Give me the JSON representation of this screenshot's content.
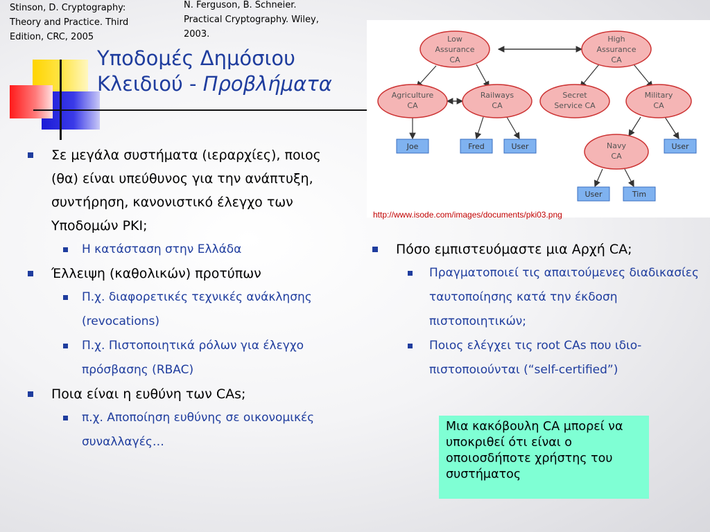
{
  "references": {
    "ref1": [
      "Stinson, D. Cryptography:",
      "Theory and Practice. Third",
      "Edition, CRC, 2005"
    ],
    "ref2": [
      "N. Ferguson, B. Schneier.",
      "Practical Cryptography. Wiley,",
      "2003."
    ]
  },
  "title": {
    "line1": "Υποδομές Δημόσιου",
    "line2_prefix": "Κλειδιού - ",
    "line2_italic": "Προβλήματα"
  },
  "diagram": {
    "nodes": {
      "low_assurance": [
        "Low",
        "Assurance",
        "CA"
      ],
      "high_assurance": [
        "High",
        "Assurance",
        "CA"
      ],
      "agriculture": [
        "Agriculture",
        "CA"
      ],
      "railways": [
        "Railways",
        "CA"
      ],
      "secret_service": [
        "Secret",
        "Service CA"
      ],
      "military": [
        "Military",
        "CA"
      ],
      "navy": [
        "Navy",
        "CA"
      ]
    },
    "leaves": {
      "joe": "Joe",
      "fred": "Fred",
      "user1": "User",
      "user2": "User",
      "user3": "User",
      "tim": "Tim"
    },
    "colors": {
      "node_fill": "#f5b5b5",
      "node_stroke": "#cc3333",
      "leaf_fill": "#7fb2f0",
      "leaf_stroke": "#3a6fc0"
    }
  },
  "image_url": "http://www.isode.com/images/documents/pki03.png",
  "left_list": [
    {
      "level": 1,
      "text": "Σε μεγάλα συστήματα (ιεραρχίες), ποιος (θα) είναι υπεύθυνος για την ανάπτυξη, συντήρηση, κανονιστικό έλεγχο των Υποδομών PKI;"
    },
    {
      "level": 2,
      "text": "Η κατάσταση στην Ελλάδα"
    },
    {
      "level": 1,
      "text": "Έλλειψη (καθολικών) προτύπων"
    },
    {
      "level": 2,
      "text": "Π.χ. διαφορετικές τεχνικές ανάκλησης (revocations)"
    },
    {
      "level": 2,
      "text": "Π.χ. Πιστοποιητικά ρόλων για έλεγχο πρόσβασης (RBAC)"
    },
    {
      "level": 1,
      "text": "Ποια είναι η ευθύνη των CAs;"
    },
    {
      "level": 2,
      "text": "π.χ. Αποποίηση ευθύνης σε οικονομικές συναλλαγές…"
    }
  ],
  "right_list": [
    {
      "level": 1,
      "text": "Πόσο εμπιστευόμαστε μια Αρχή CA;"
    },
    {
      "level": 2,
      "text": "Πραγματοποιεί τις απαιτούμενες διαδικασίες ταυτοποίησης κατά την έκδοση πιστοποιητικών;"
    },
    {
      "level": 2,
      "text": "Ποιος ελέγχει τις root CAs που ιδιο-πιστοποιούνται (“self-certified”)"
    }
  ],
  "callout": "Μια κακόβουλη CA μπορεί να υποκριθεί ότι είναι ο οποιοσδήποτε χρήστης του συστήματος",
  "accent_color": "#1f3d9e",
  "callout_color": "#7fffd4"
}
